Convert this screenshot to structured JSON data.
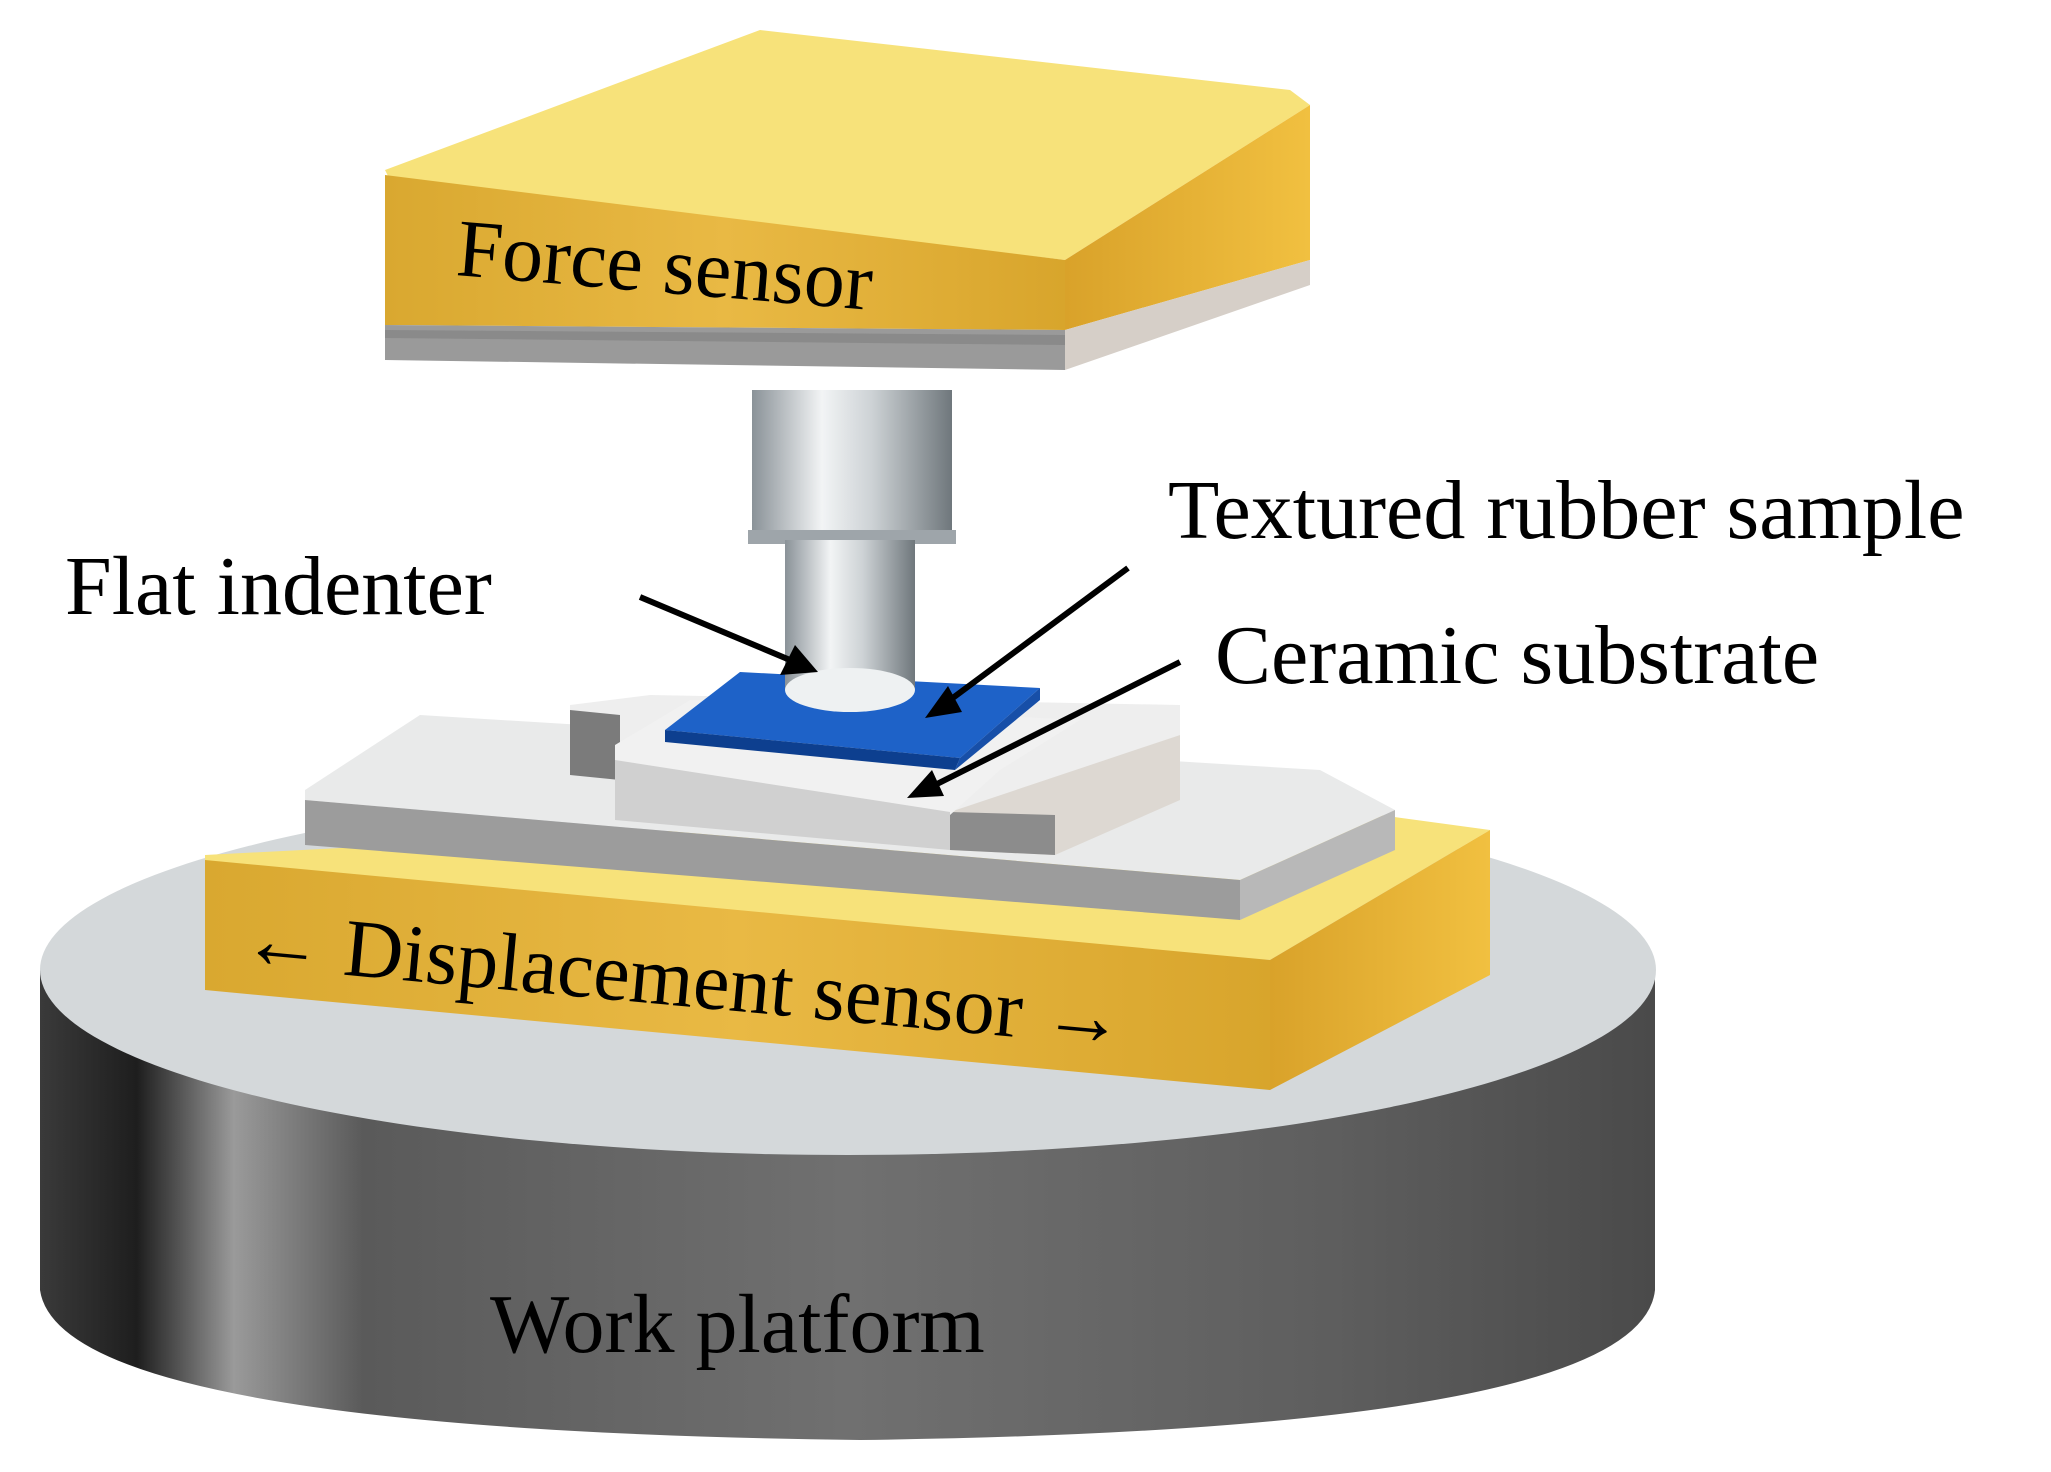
{
  "labels": {
    "force_sensor": "Force sensor",
    "textured_rubber_sample": "Textured rubber sample",
    "flat_indenter": "Flat indenter",
    "ceramic_substrate": "Ceramic substrate",
    "displacement_sensor": "← Displacement sensor →",
    "work_platform": "Work platform"
  },
  "colors": {
    "sensor_yellow": "#f2c94a",
    "sensor_top": "#f7e27a",
    "rubber_blue": "#1e62c8",
    "platform_dark": "#6b6b6b",
    "platform_top": "#d4d8da",
    "plate_light": "#e8e8e8"
  }
}
